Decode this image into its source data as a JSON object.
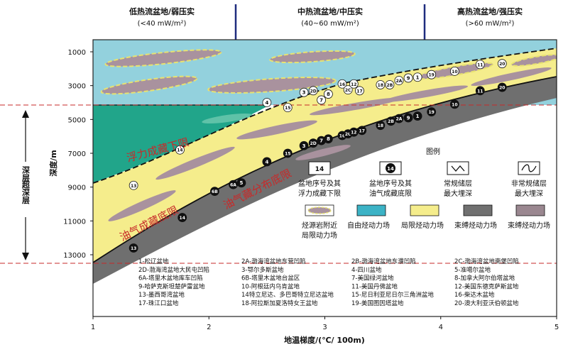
{
  "heat_classes": [
    {
      "title": "低热流盆地/弱压实",
      "range": "(<40 mW/m²)"
    },
    {
      "title": "中热流盆地/中压实",
      "range": "(40~60 mW/m²)"
    },
    {
      "title": "高热流盆地/强压实",
      "range": "(>60 mW/m²)"
    }
  ],
  "axes": {
    "x_label": "地温梯度/(℃/ 100m)",
    "x_ticks": [
      "1",
      "2",
      "3",
      "4",
      "5"
    ],
    "y_label": "深度/m",
    "y_ticks": [
      "1000",
      "3000",
      "5000",
      "7000",
      "9000",
      "11000",
      "13000"
    ]
  },
  "deep_label": [
    "深层",
    "超深层"
  ],
  "zone_labels": {
    "buoyancy_lower_limit": "浮力成藏下限",
    "accumulation_bottom": "油气成藏底限",
    "distribution_bottom": "油气藏分布底限"
  },
  "legend": {
    "title": "图例",
    "items": [
      {
        "symbol": "14",
        "text": [
          "盆地序号及其",
          "浮力成藏下限"
        ]
      },
      {
        "symbol": "14",
        "text": [
          "盆地序号及其",
          "油气成藏底限"
        ]
      },
      {
        "text": [
          "常规储层",
          "最大埋深"
        ]
      },
      {
        "text": [
          "非常规储层",
          "最大埋深"
        ]
      }
    ],
    "fields": [
      {
        "text": [
          "烃源岩附近",
          "局限动力场"
        ],
        "color": "#a9929e"
      },
      {
        "text": [
          "自由烃动力场"
        ],
        "color": "#3cb3c6"
      },
      {
        "text": [
          "局限烃动力场"
        ],
        "color": "#f5ed8c"
      },
      {
        "text": [
          "束缚烃动力场"
        ],
        "color": "#707070"
      },
      {
        "text": [
          "束缚烃动力场"
        ],
        "color": "#9a8790"
      }
    ]
  },
  "basin_list": [
    "1-松辽盆地",
    "2A-渤海湾盆地东营凹陷",
    "2B-渤海湾盆地东濮凹陷",
    "2C-渤海湾盆地南堡凹陷",
    "2D-渤海湾盆地大民屯凹陷",
    "3-鄂尔多斯盆地",
    "4-四川盆地",
    "5-准噶尔盆地",
    "6A-塔里木盆地库车凹陷",
    "6B-塔里木盆地台盆区",
    "7-美国绿河盆地",
    "8-加拿大阿尔伯塔盆地",
    "9-哈萨克斯坦楚萨雷盆地",
    "10-阿根廷内乌肯盆地",
    "11-美国丹佛盆地",
    "12-美国东德克萨斯盆地",
    "13-墨西哥湾盆地",
    "14特立尼达、多巴哥特立尼达盆地",
    "15-尼日利亚尼日尔三角洲盆地",
    "16-柴达木盆地",
    "17-珠江口盆地",
    "18-阿拉斯加夏洛特女王盆地",
    "19-美国图因塔盆地",
    "20-澳大利亚沃伯顿盆地"
  ],
  "markers_open": [
    {
      "label": "14",
      "x": 1.75,
      "y": 6800
    },
    {
      "label": "13",
      "x": 1.35,
      "y": 8900
    },
    {
      "label": "4",
      "x": 2.5,
      "y": 4000
    },
    {
      "label": "15",
      "x": 2.68,
      "y": 4300
    },
    {
      "label": "3",
      "x": 2.82,
      "y": 3400
    },
    {
      "label": "2D",
      "x": 2.9,
      "y": 3300
    },
    {
      "label": "7",
      "x": 2.97,
      "y": 3850
    },
    {
      "label": "8",
      "x": 3.03,
      "y": 3500
    },
    {
      "label": "16",
      "x": 3.15,
      "y": 2900
    },
    {
      "label": "2C",
      "x": 3.2,
      "y": 3250
    },
    {
      "label": "12",
      "x": 3.25,
      "y": 2900
    },
    {
      "label": "17",
      "x": 3.3,
      "y": 3300
    },
    {
      "label": "18",
      "x": 3.48,
      "y": 2950
    },
    {
      "label": "2B",
      "x": 3.56,
      "y": 2950
    },
    {
      "label": "2A",
      "x": 3.64,
      "y": 2700
    },
    {
      "label": "9",
      "x": 3.72,
      "y": 2550
    },
    {
      "label": "1",
      "x": 3.8,
      "y": 2500
    },
    {
      "label": "19",
      "x": 3.92,
      "y": 2350
    },
    {
      "label": "10",
      "x": 4.12,
      "y": 2150
    },
    {
      "label": "11",
      "x": 4.34,
      "y": 1750
    },
    {
      "label": "20",
      "x": 4.53,
      "y": 1700
    }
  ],
  "markers_solid": [
    {
      "label": "14",
      "x": 1.77,
      "y": 10800
    },
    {
      "label": "13",
      "x": 1.35,
      "y": 12600
    },
    {
      "label": "6B",
      "x": 2.05,
      "y": 9250
    },
    {
      "label": "6A",
      "x": 2.21,
      "y": 8850
    },
    {
      "label": "5",
      "x": 2.28,
      "y": 8750
    },
    {
      "label": "4",
      "x": 2.5,
      "y": 7500
    },
    {
      "label": "15",
      "x": 2.68,
      "y": 7000
    },
    {
      "label": "3",
      "x": 2.82,
      "y": 6550
    },
    {
      "label": "2D",
      "x": 2.9,
      "y": 6400
    },
    {
      "label": "7",
      "x": 2.97,
      "y": 6250
    },
    {
      "label": "8",
      "x": 3.03,
      "y": 6150
    },
    {
      "label": "16",
      "x": 3.15,
      "y": 5950
    },
    {
      "label": "2C",
      "x": 3.2,
      "y": 5850
    },
    {
      "label": "12",
      "x": 3.25,
      "y": 5750
    },
    {
      "label": "17",
      "x": 3.32,
      "y": 5650
    },
    {
      "label": "18",
      "x": 3.48,
      "y": 5350
    },
    {
      "label": "2B",
      "x": 3.57,
      "y": 5100
    },
    {
      "label": "2A",
      "x": 3.64,
      "y": 4950
    },
    {
      "label": "9",
      "x": 3.72,
      "y": 4900
    },
    {
      "label": "1",
      "x": 3.8,
      "y": 4800
    },
    {
      "label": "19",
      "x": 3.92,
      "y": 4550
    },
    {
      "label": "10",
      "x": 4.12,
      "y": 4100
    },
    {
      "label": "11",
      "x": 4.34,
      "y": 3300
    },
    {
      "label": "20",
      "x": 4.53,
      "y": 3100
    }
  ],
  "colors": {
    "sky": "#93d1dd",
    "free_field": "#3cb3c6",
    "teal": "#21a58a",
    "yellow": "#f5ed8c",
    "grey_band": "#707070",
    "lens": "#a9929e",
    "lens_edge": "#e7e270",
    "red": "#c72a2a",
    "navy": "#1e2c7e"
  }
}
